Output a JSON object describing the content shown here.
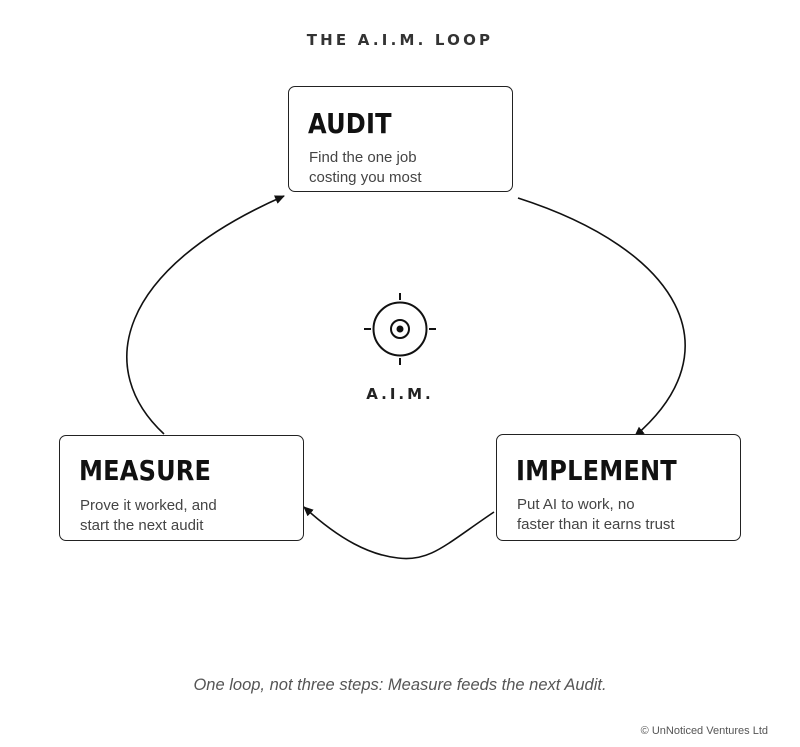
{
  "title": "THE A.I.M. LOOP",
  "center": {
    "label": "A.I.M.",
    "icon": "target-icon"
  },
  "stages": {
    "audit": {
      "title": "AUDIT",
      "desc_lines": [
        "Find the one job",
        "costing you most"
      ]
    },
    "implement": {
      "title": "IMPLEMENT",
      "desc_lines": [
        "Put AI to work, no",
        "faster than it earns trust"
      ]
    },
    "measure": {
      "title": "MEASURE",
      "desc_lines": [
        "Prove it worked, and",
        "start the next audit"
      ]
    }
  },
  "flow": [
    "AUDIT",
    "IMPLEMENT",
    "MEASURE",
    "AUDIT"
  ],
  "caption": "One loop, not three steps: Measure feeds the next Audit.",
  "copyright": "© UnNoticed Ventures Ltd",
  "colors": {
    "ink": "#111111",
    "text_muted": "#444444",
    "border": "#222222",
    "background": "#ffffff"
  }
}
